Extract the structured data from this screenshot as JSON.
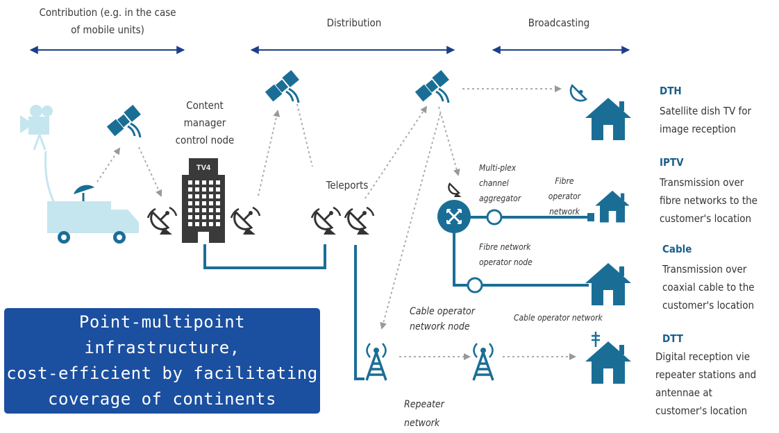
{
  "headers": {
    "contribution": "Contribution (e.g. in the case\nof mobile units)",
    "distribution": "Distribution",
    "broadcasting": "Broadcasting"
  },
  "labels": {
    "content_manager": "Content\nmanager\ncontrol node",
    "tv4_logo": "TV4",
    "teleports": "Teleports",
    "multiplex": "Multi-plex\nchannel\naggregator",
    "fibre_operator_network": "Fibre\noperator\nnetwork",
    "fibre_network_node": "Fibre network\noperator node",
    "cable_operator_node": "Cable operator\nnetwork node",
    "cable_operator_network": "Cable operator network",
    "repeater_network": "Repeater\nnetwork"
  },
  "services": [
    {
      "title": "DTH",
      "desc": "Satellite dish TV for\nimage reception"
    },
    {
      "title": "IPTV",
      "desc": "Transmission over\nfibre networks to the\ncustomer's location"
    },
    {
      "title": "Cable",
      "desc": "Transmission over\ncoaxial cable to the\ncustomer's location"
    },
    {
      "title": "DTT",
      "desc": "Digital reception vie\nrepeater stations and\nantennae at\ncustomer's location"
    }
  ],
  "callout": "Point-multipoint infrastructure,\ncost-efficient by facilitating\ncoverage of continents",
  "colors": {
    "primary": "#1a6e96",
    "light": "#c5e6ee",
    "arrow": "#1c3f8a",
    "dots": "#aaaaaa",
    "callout": "#1b4fa0"
  },
  "icons": [
    "satellite-icon",
    "video-camera-icon",
    "broadcast-van-icon",
    "dish-antenna-icon",
    "building-icon",
    "router-node-icon",
    "house-icon",
    "transmission-tower-icon"
  ]
}
